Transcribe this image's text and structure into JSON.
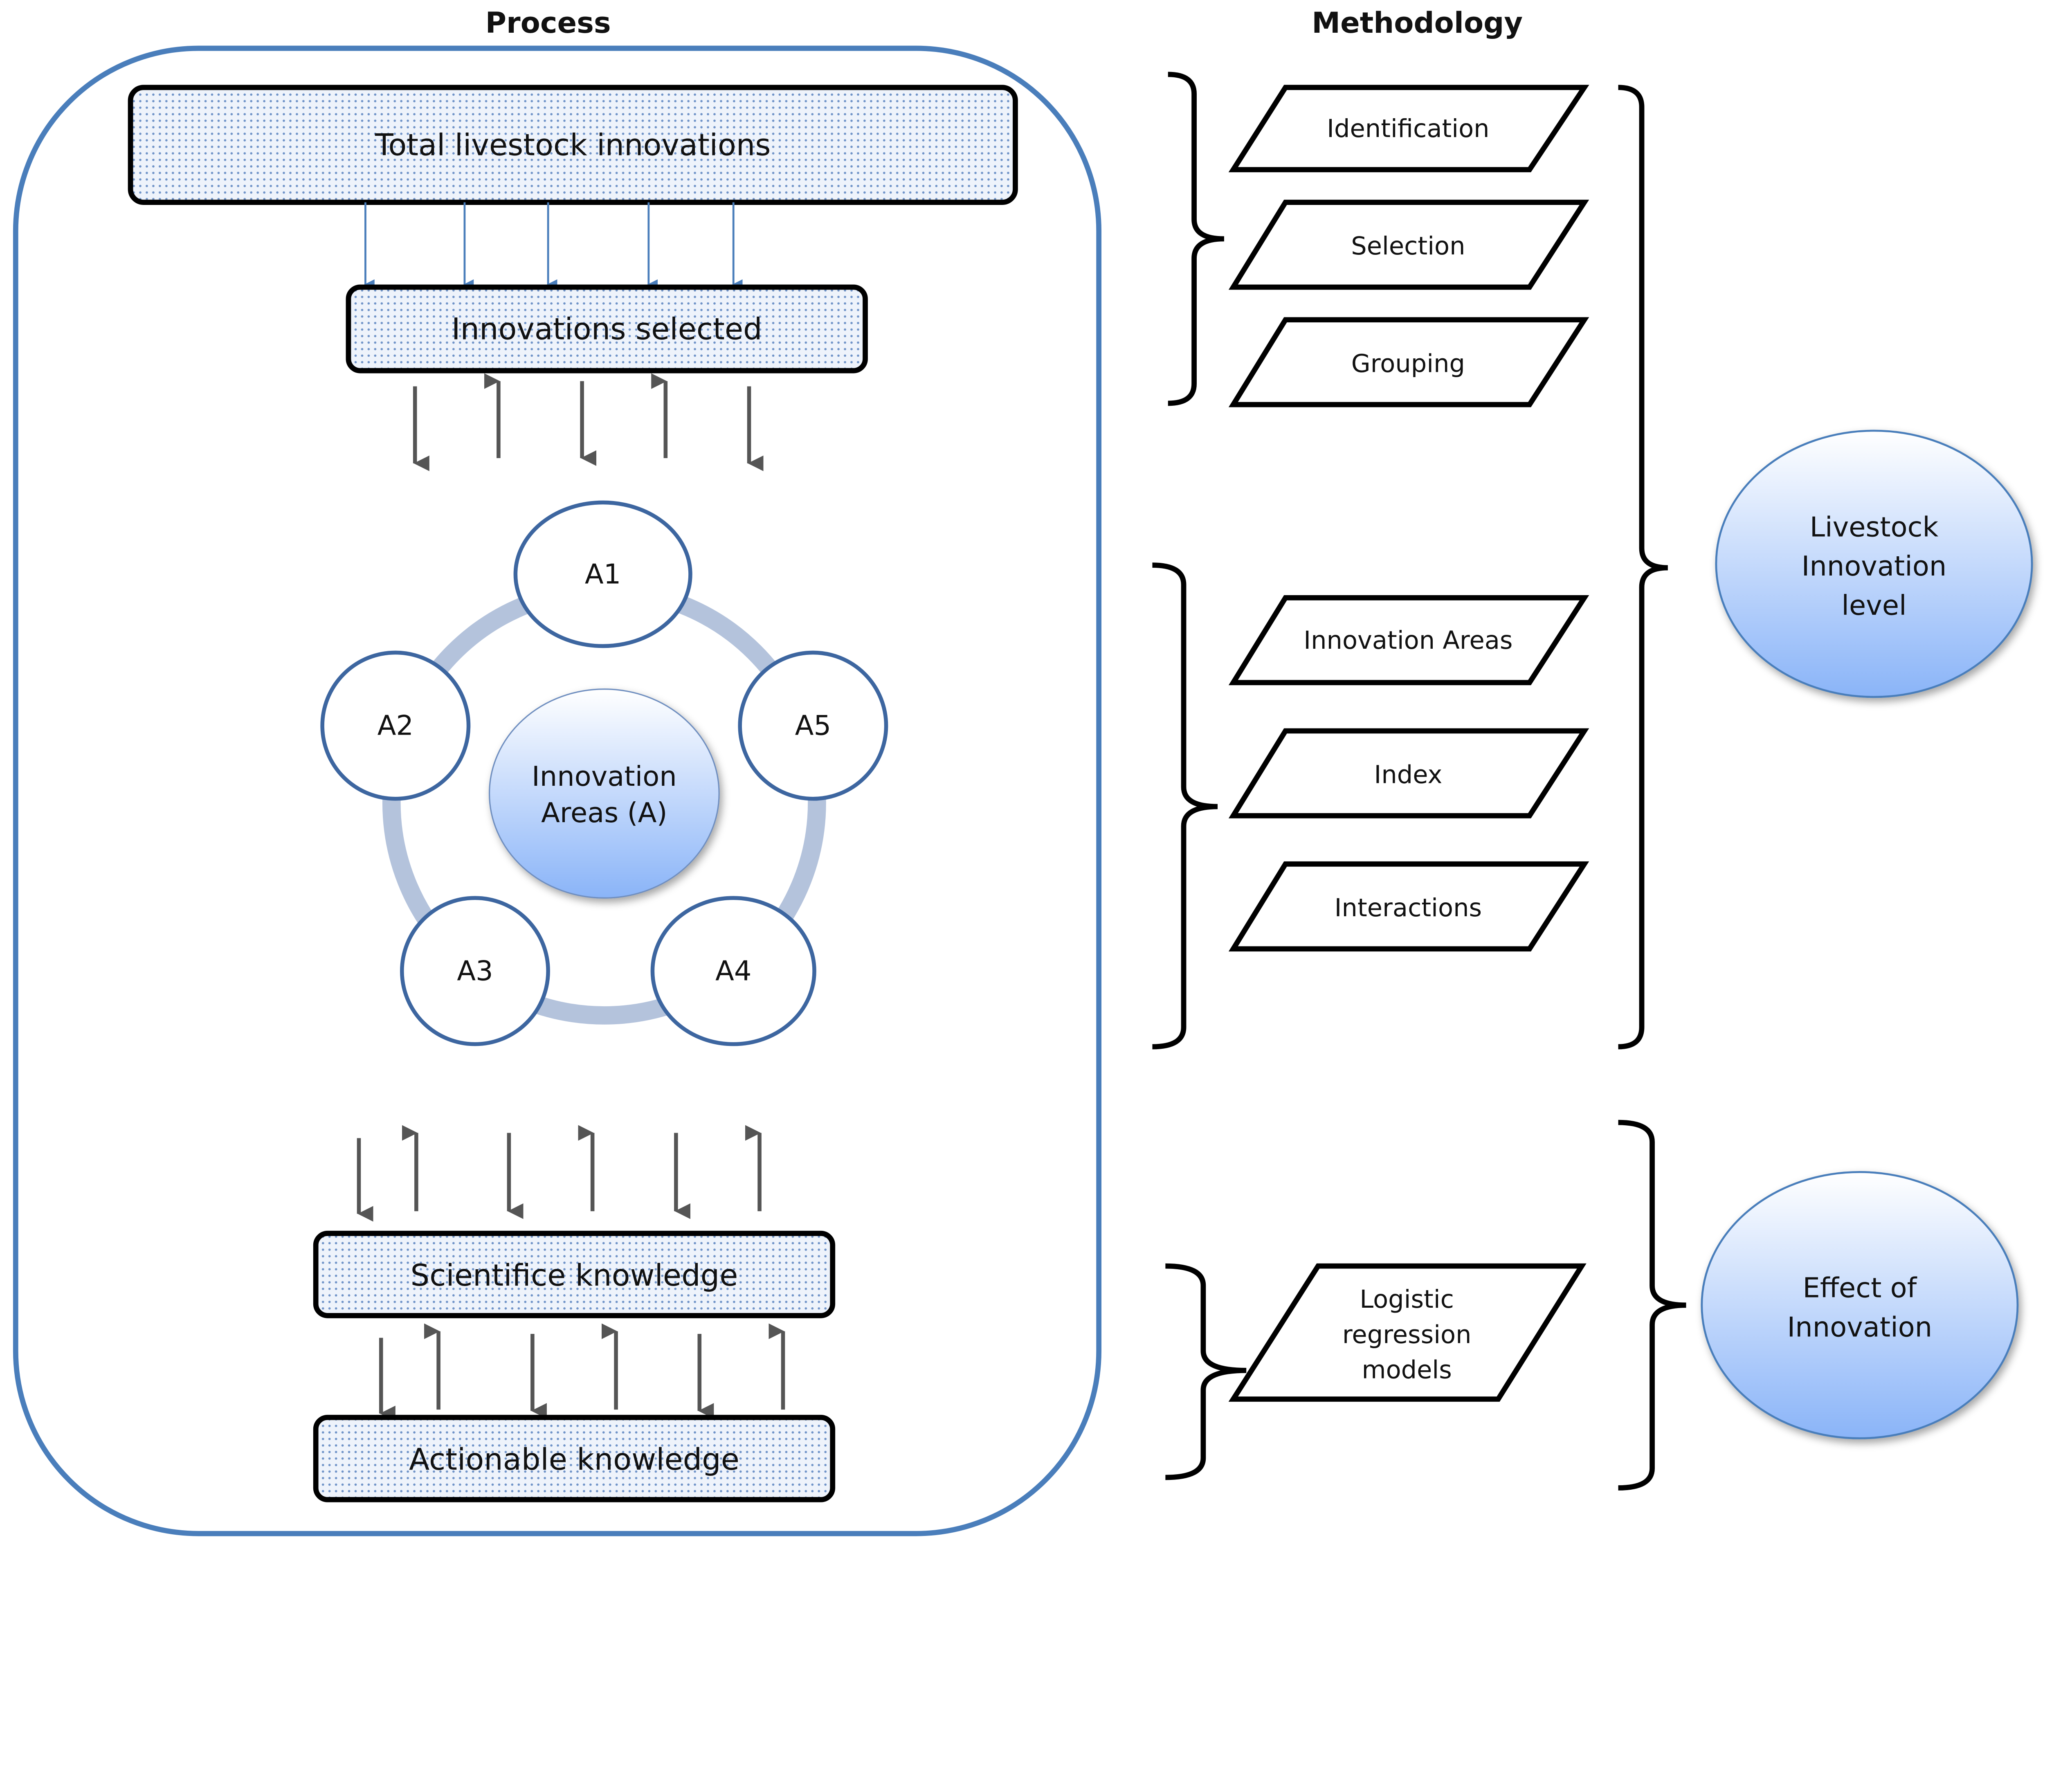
{
  "headers": {
    "process": "Process",
    "methodology": "Methodology"
  },
  "process": {
    "total": "Total livestock innovations",
    "selected": "Innovations selected",
    "center": [
      "Innovation",
      "Areas (A)"
    ],
    "areas": [
      "A1",
      "A2",
      "A3",
      "A4",
      "A5"
    ],
    "scientific": "Scientifice knowledge",
    "actionable": "Actionable knowledge"
  },
  "methodology": {
    "steps1": [
      "Identification",
      "Selection",
      "Grouping"
    ],
    "steps2": [
      "Innovation Areas",
      "Index",
      "Interactions"
    ],
    "steps3": [
      "Logistic",
      "regression",
      "models"
    ]
  },
  "outcomes": {
    "level": [
      "Livestock",
      "Innovation",
      "level"
    ],
    "effect": [
      "Effect of",
      "Innovation"
    ]
  },
  "colors": {
    "frame": "#4a7ebb",
    "ring": "#b4c3dc",
    "arrow_blue": "#4a7ebb",
    "arrow_gray": "#555555",
    "ellipse_bottom": "#8ab4f8"
  }
}
